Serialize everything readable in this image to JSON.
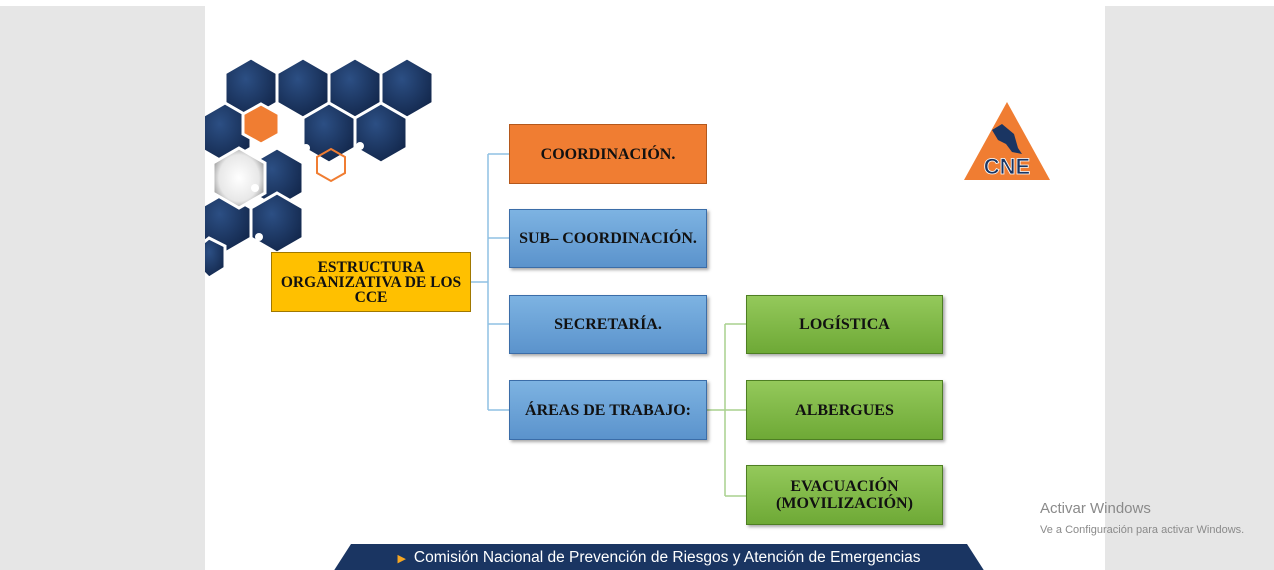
{
  "org_chart": {
    "root": "ESTRUCTURA ORGANIZATIVA DE LOS CCE",
    "level1": [
      "COORDINACIÓN.",
      "SUB– COORDINACIÓN.",
      "SECRETARÍA.",
      "ÁREAS DE TRABAJO:"
    ],
    "work_areas": [
      "LOGÍSTICA",
      "ALBERGUES",
      "EVACUACIÓN (MOVILIZACIÓN)"
    ]
  },
  "logo": {
    "text": "CNE"
  },
  "footer": {
    "text": "Comisión Nacional de Prevención de Riesgos y Atención de Emergencias"
  },
  "watermark": {
    "title": "Activar Windows",
    "subtitle": "Ve a Configuración para activar Windows."
  },
  "colors": {
    "root_box": "#ffc000",
    "coordination_box": "#f07d32",
    "blue_box": "#5b93cc",
    "green_box": "#6ea936",
    "footer_band": "#1a3562",
    "hexagon_navy": "#1e3a66",
    "hexagon_orange": "#f07d32"
  }
}
